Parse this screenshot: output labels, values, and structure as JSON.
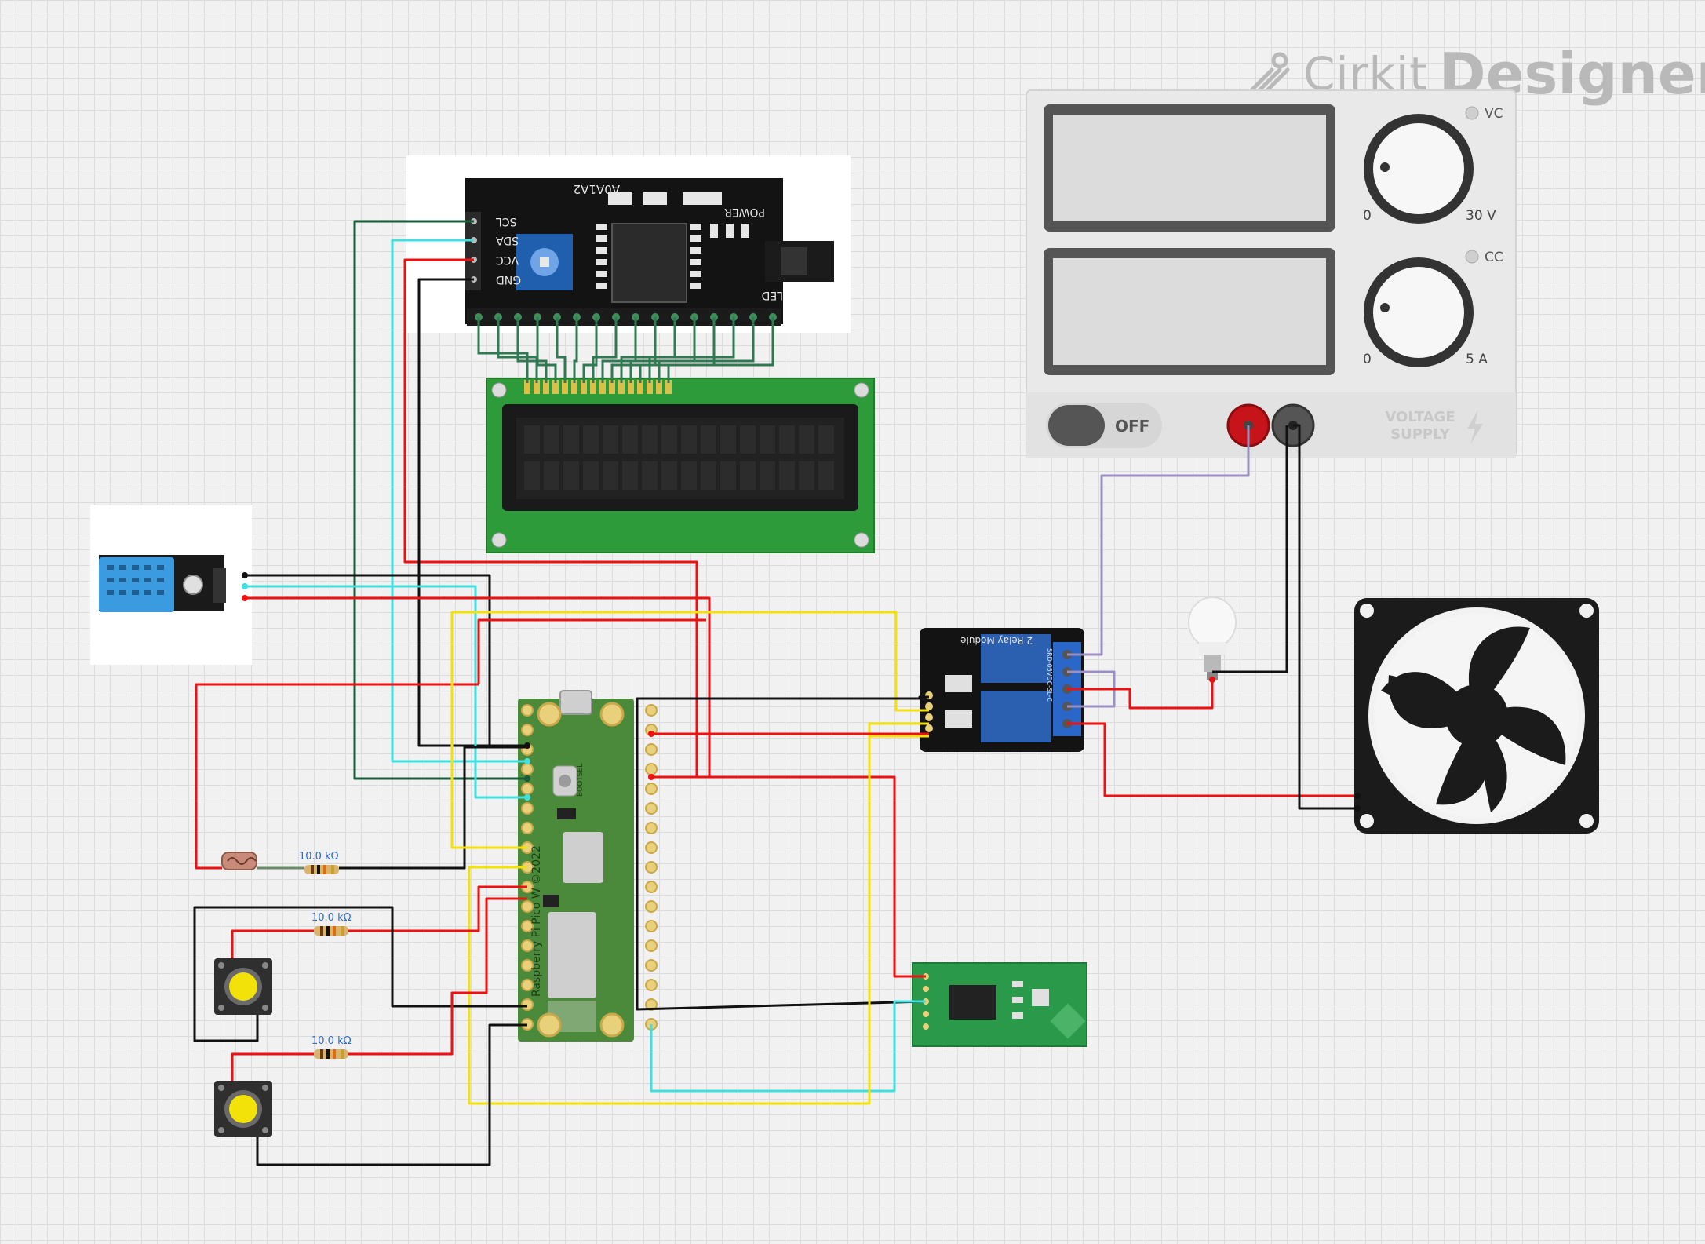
{
  "app": {
    "brand_light": "Cirkit",
    "brand_bold": "Designer",
    "brand_icon": "cirkit-logo-icon"
  },
  "power_supply": {
    "voltage_label": "VC",
    "current_label": "CC",
    "v_min": "0",
    "v_max": "30 V",
    "i_min": "0",
    "i_max": "5 A",
    "switch_label": "OFF",
    "caption_line1": "VOLTAGE",
    "caption_line2": "SUPPLY"
  },
  "i2c_module": {
    "pins": [
      "SCL",
      "SDA",
      "VCC",
      "GND"
    ],
    "address_label": "A0A1A2",
    "power_label": "POWER",
    "led_label": "LED"
  },
  "pico": {
    "label": "Raspberry Pi Pico W ©2022",
    "bootsel": "BOOTSEL"
  },
  "relay": {
    "label": "2 Relay Module",
    "coil": "SRD-05VDC-SL-C"
  },
  "resistors": [
    {
      "value": "10.0 kΩ"
    },
    {
      "value": "10.0 kΩ"
    },
    {
      "value": "10.0 kΩ"
    }
  ],
  "colors": {
    "wire_black": "#111111",
    "wire_red": "#ee1111",
    "wire_yellow": "#f2e20a",
    "wire_cyan": "#3fe0e0",
    "wire_green": "#1a5c3a",
    "wire_purple": "#9a8fc0",
    "pcb_green": "#4b8a3a",
    "lcd_green": "#2e9b3a"
  }
}
